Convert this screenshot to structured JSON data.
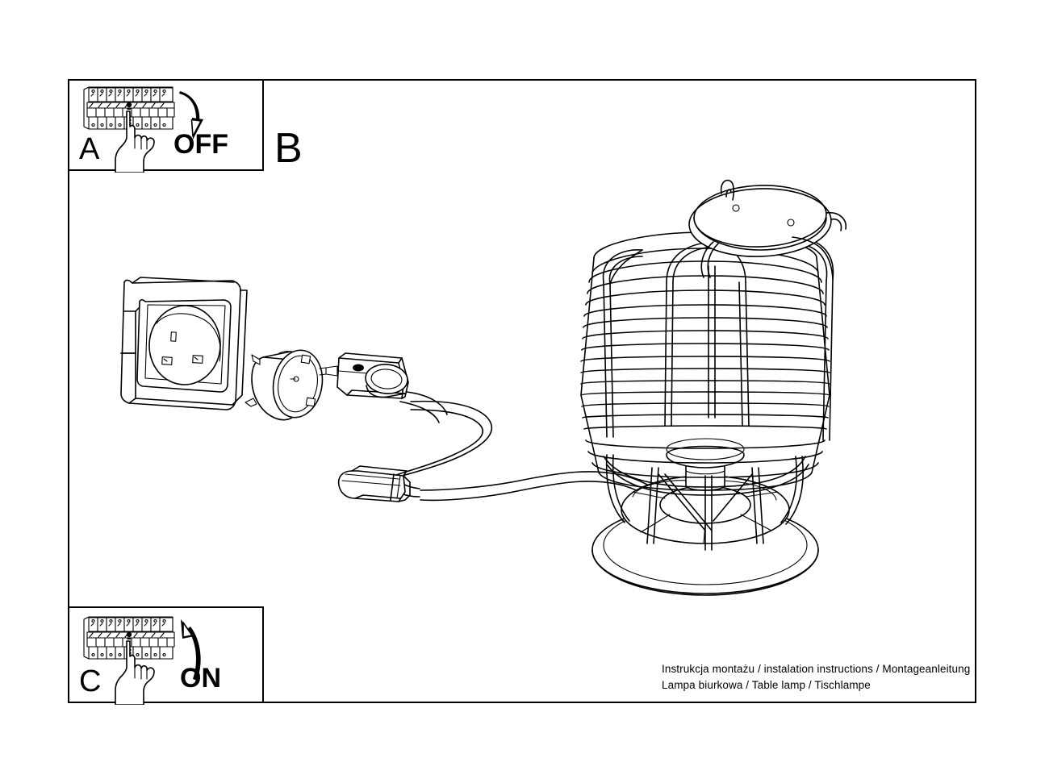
{
  "document": {
    "type": "assembly-instruction-sheet",
    "title": "Instrukcja montazu - Lampa biurkowa",
    "caption_line_1": "Instrukcja montażu / instalation instructions / Montageanleitung",
    "caption_line_2": "Lampa biurkowa / Table lamp / Tischlampe",
    "background_color": "#ffffff",
    "line_color": "#000000"
  },
  "panels": {
    "a": {
      "letter": "A",
      "state_label": "OFF",
      "arrow_direction": "down",
      "subject": "circuit-breaker-panel",
      "hand": "index-finger-pressing-breaker"
    },
    "b": {
      "letter": "B",
      "subject": "table-lamp-with-plug-socket-and-inline-switch"
    },
    "c": {
      "letter": "C",
      "state_label": "ON",
      "arrow_direction": "up",
      "subject": "circuit-breaker-panel",
      "hand": "index-finger-pressing-breaker"
    }
  },
  "illustration": {
    "socket": "wall-socket-schuko",
    "plug": "schuko-plug",
    "cord": "power-cord",
    "inline_switch": "inline-rocker-switch",
    "lamp": {
      "shade": "coiled-rope-cylindrical-shade",
      "frame": "wire-cage-frame",
      "base": "round-disc-base",
      "bulb_holder": "e27-socket"
    }
  }
}
